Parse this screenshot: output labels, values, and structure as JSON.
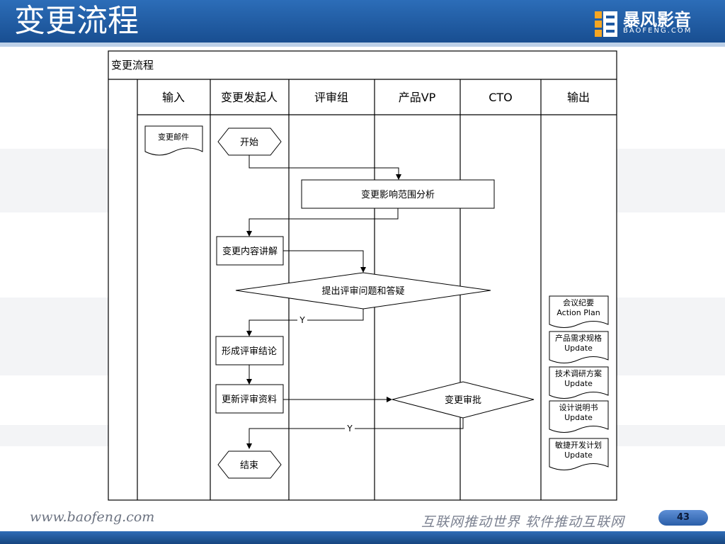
{
  "slide": {
    "title": "变更流程",
    "logo_text": "暴风影音",
    "logo_sub": "BAOFENG.COM",
    "footer_url": "www.baofeng.com",
    "footer_slogan": "互联网推动世界 软件推动互联网",
    "page_number": "43"
  },
  "diagram": {
    "title": "变更流程",
    "lanes": [
      "输入",
      "变更发起人",
      "评审组",
      "产品VP",
      "CTO",
      "输出"
    ],
    "nodes": {
      "input_doc": "变更邮件",
      "start": "开始",
      "impact": "变更影响范围分析",
      "explain": "变更内容讲解",
      "questions": "提出评审问题和答疑",
      "conclusion": "形成评审结论",
      "update": "更新评审资料",
      "approve": "变更审批",
      "end": "结束"
    },
    "labels": {
      "yes1": "Y",
      "yes2": "Y"
    },
    "outputs": [
      {
        "line1": "会议纪要",
        "line2": "Action Plan"
      },
      {
        "line1": "产品需求规格",
        "line2": "Update"
      },
      {
        "line1": "技术调研方案",
        "line2": "Update"
      },
      {
        "line1": "设计说明书",
        "line2": "Update"
      },
      {
        "line1": "敏捷开发计划",
        "line2": "Update"
      }
    ]
  },
  "colors": {
    "header": "#1f5aa3",
    "line": "#000000"
  }
}
